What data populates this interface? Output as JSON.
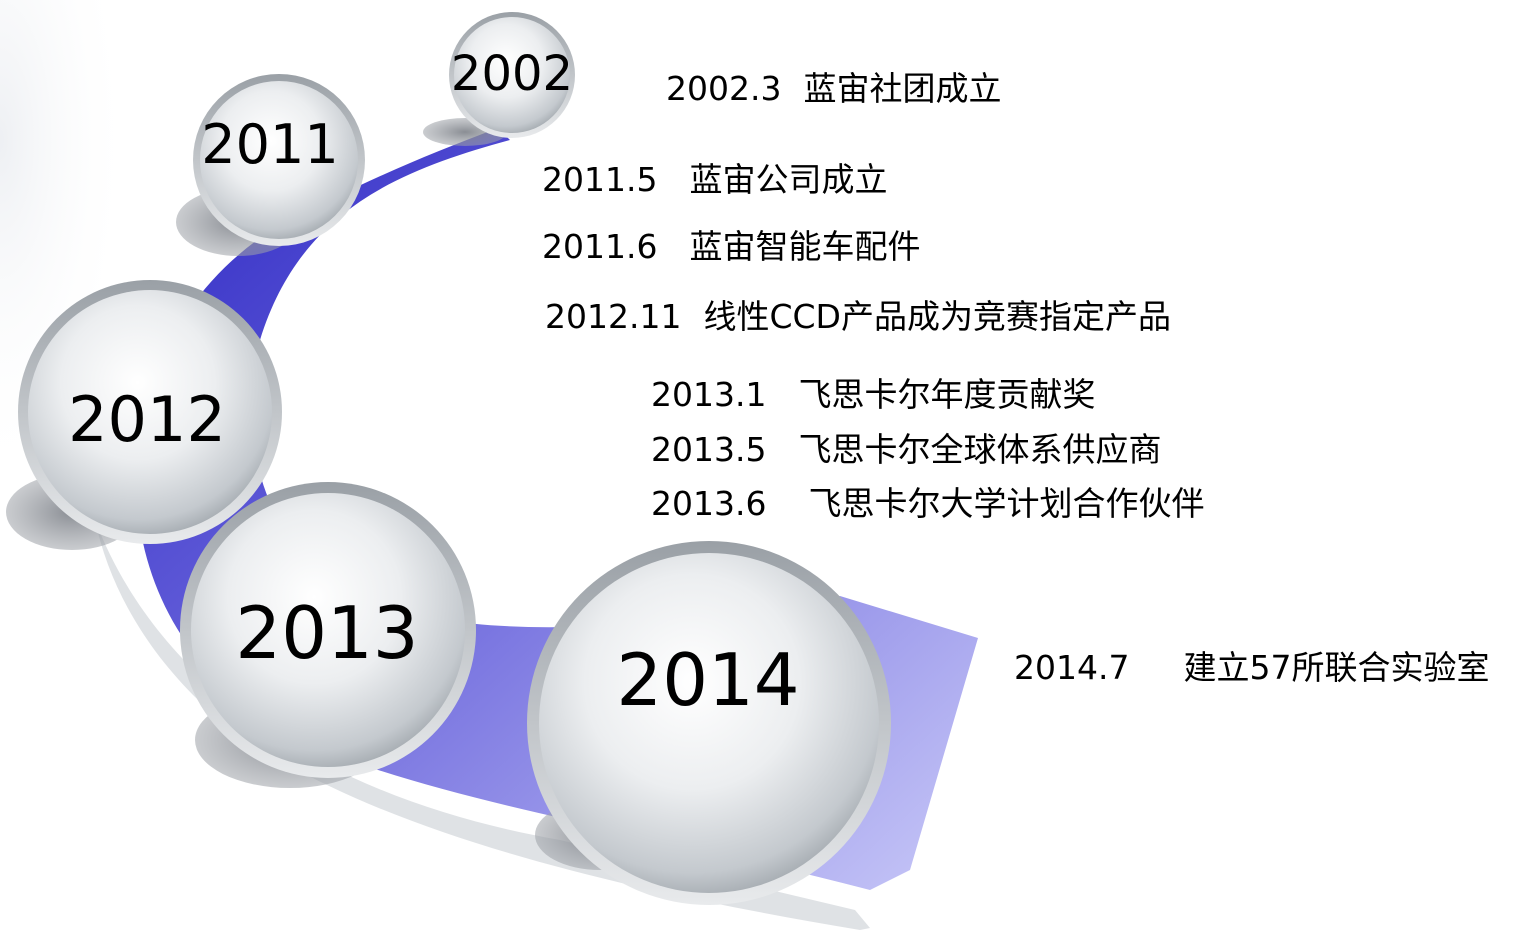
{
  "circles": [
    {
      "label": "2002"
    },
    {
      "label": "2011"
    },
    {
      "label": "2012"
    },
    {
      "label": "2013"
    },
    {
      "label": "2014"
    }
  ],
  "events": [
    {
      "date": "2002.3",
      "desc": "蓝宙社团成立"
    },
    {
      "date": "2011.5",
      "desc": "蓝宙公司成立"
    },
    {
      "date": "2011.6",
      "desc": "蓝宙智能车配件"
    },
    {
      "date": "2012.11",
      "desc": "线性CCD产品成为竞赛指定产品"
    },
    {
      "date": "2013.1",
      "desc": "飞思卡尔年度贡献奖"
    },
    {
      "date": "2013.5",
      "desc": "飞思卡尔全球体系供应商"
    },
    {
      "date": "2013.6",
      "desc": "飞思卡尔大学计划合作伙伴"
    },
    {
      "date": "2014.7",
      "desc": "建立57所联合实验室"
    }
  ],
  "colors": {
    "ribbon_dark": "#3b35c8",
    "ribbon_light": "#bdbdf6",
    "sphere_light": "#f7f8f9",
    "sphere_dark": "#9aa1a7",
    "shadow": "#8f9399"
  }
}
